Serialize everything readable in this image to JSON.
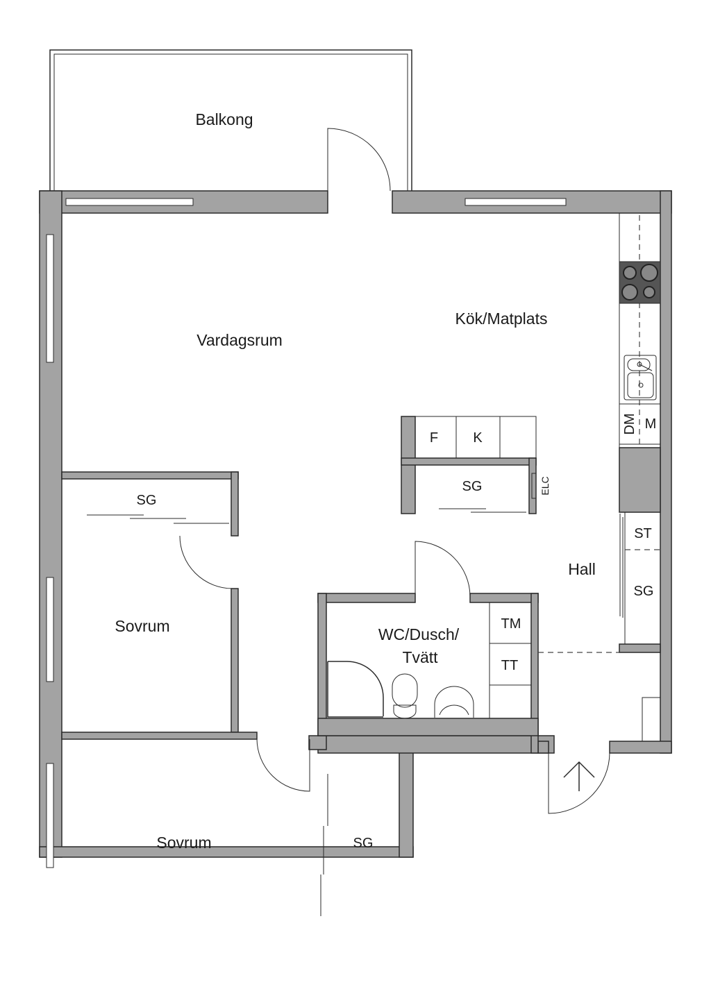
{
  "rooms": {
    "balcony": "Balkong",
    "living_room": "Vardagsrum",
    "kitchen": "Kök/Matplats",
    "hall": "Hall",
    "bathroom_line1": "WC/Dusch/",
    "bathroom_line2": "Tvätt",
    "bedroom_1": "Sovrum",
    "bedroom_2": "Sovrum"
  },
  "fixtures": {
    "wardrobe_bedroom1": "SG",
    "wardrobe_kitchen": "SG",
    "wardrobe_hall": "SG",
    "wardrobe_bedroom2": "SG",
    "fridge": "F",
    "freezer": "K",
    "electrical": "ELC",
    "linen_cupboard": "ST",
    "washing_machine": "TM",
    "tumble_dryer": "TT",
    "dishwasher": "DM",
    "microwave": "M"
  },
  "colors": {
    "wall": "#a3a3a3",
    "stove": "#555555"
  }
}
